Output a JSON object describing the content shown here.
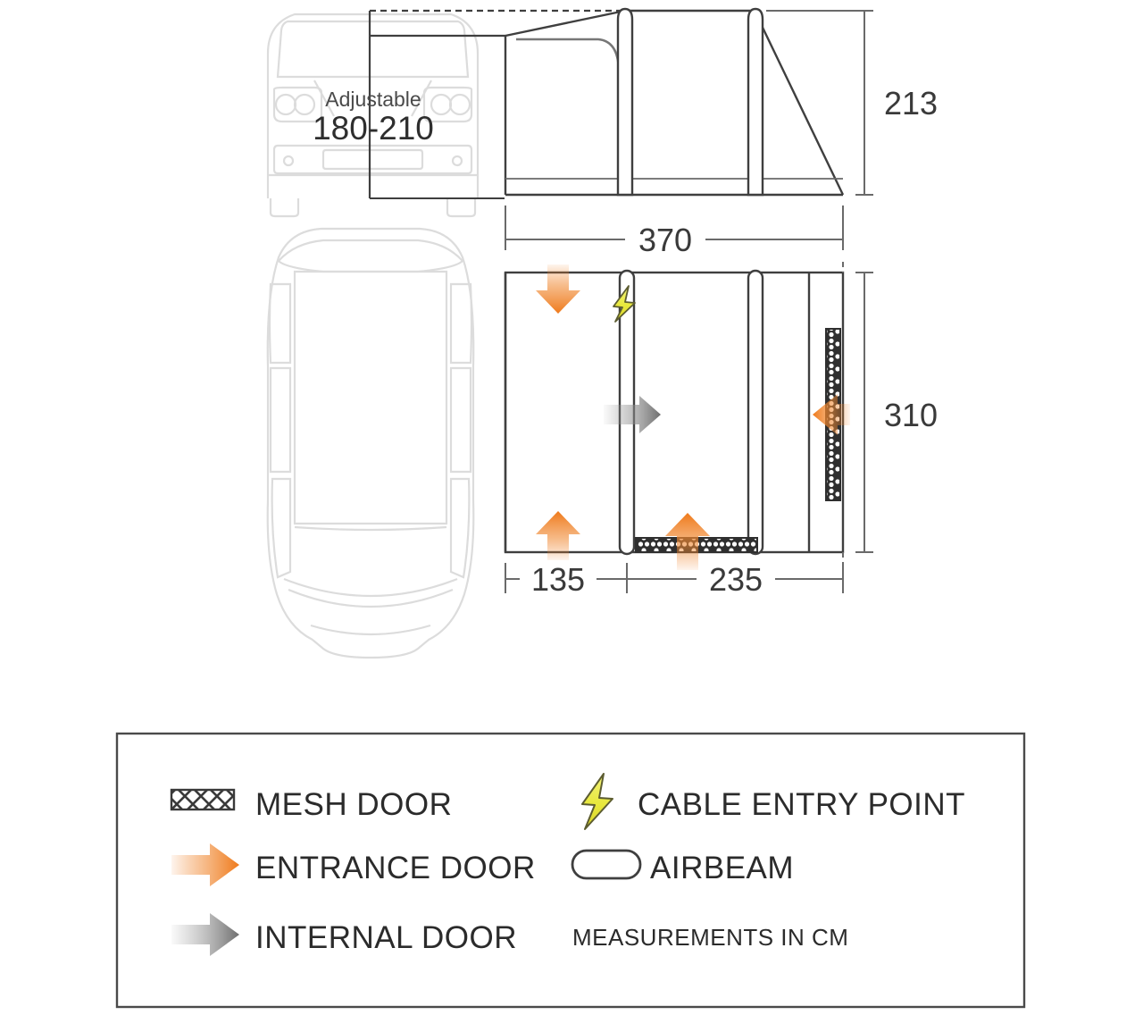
{
  "diagram": {
    "title": "Drive-away awning dimension diagram",
    "units_note": "MEASUREMENTS IN CM",
    "colors": {
      "outline": "#3f3f3f",
      "vehicle_ghost": "#d8d8d8",
      "entrance_orange": "#f07d22",
      "internal_grey": "#8c8c8c",
      "cable_yellow": "#e9e94a",
      "mesh_dark": "#2f2f2f",
      "text": "#2e2e2e",
      "legend_border": "#4a4a4a",
      "background": "#ffffff"
    }
  },
  "elevation": {
    "view_name": "side elevation",
    "vehicle_label_small": "Adjustable",
    "vehicle_label_large": "180-210",
    "height_label": "213",
    "length_label": "370"
  },
  "plan": {
    "view_name": "plan view",
    "width_label": "310",
    "segment_front_label": "135",
    "segment_rear_label": "235",
    "markers": [
      {
        "name": "entrance-door-top",
        "type": "entrance-door",
        "direction": "down"
      },
      {
        "name": "entrance-door-bottom-left",
        "type": "entrance-door",
        "direction": "up"
      },
      {
        "name": "entrance-door-bottom-mesh",
        "type": "entrance-door",
        "direction": "up"
      },
      {
        "name": "entrance-door-rear-mesh",
        "type": "entrance-door",
        "direction": "left"
      },
      {
        "name": "internal-door-centre",
        "type": "internal-door",
        "direction": "right"
      },
      {
        "name": "cable-entry-front-beam",
        "type": "cable-entry-point"
      }
    ]
  },
  "legend": {
    "items": [
      {
        "icon": "mesh-door-icon",
        "label": "MESH DOOR"
      },
      {
        "icon": "cable-entry-icon",
        "label": "CABLE ENTRY POINT"
      },
      {
        "icon": "entrance-door-arrow-icon",
        "label": "ENTRANCE DOOR"
      },
      {
        "icon": "airbeam-icon",
        "label": "AIRBEAM"
      },
      {
        "icon": "internal-door-arrow-icon",
        "label": "INTERNAL DOOR"
      }
    ],
    "footnote": "MEASUREMENTS IN CM"
  }
}
